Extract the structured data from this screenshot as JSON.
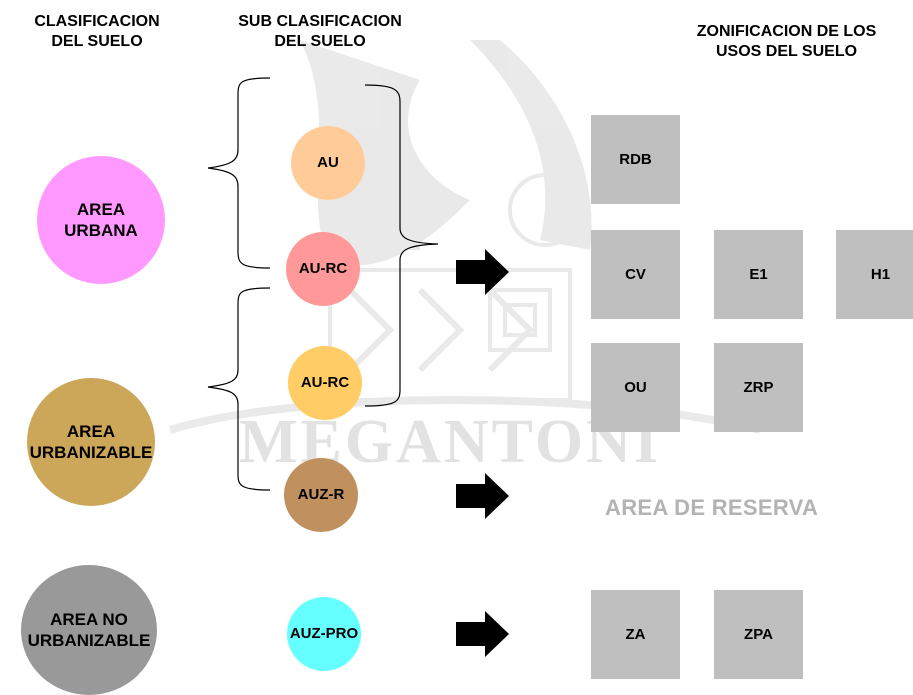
{
  "headers": {
    "clasificacion": "CLASIFICACION\nDEL SUELO",
    "sub_clasificacion": "SUB CLASIFICACION\nDEL SUELO",
    "zonificacion": "ZONIFICACION DE LOS\nUSOS DEL SUELO"
  },
  "classes": [
    {
      "label": "AREA\nURBANA",
      "color": "#ff99ff"
    },
    {
      "label": "AREA\nURBANIZABLE",
      "color": "#cca659"
    },
    {
      "label": "AREA NO\nURBANIZABLE",
      "color": "#999999"
    }
  ],
  "subclasses": [
    {
      "label": "AU",
      "color": "#ffcc99"
    },
    {
      "label": "AU-RC",
      "color": "#ff9999"
    },
    {
      "label": "AU-RC",
      "color": "#ffcc66"
    },
    {
      "label": "AUZ-R",
      "color": "#c0905f"
    },
    {
      "label": "AUZ-PRO",
      "color": "#66ffff"
    }
  ],
  "zones": [
    "RDB",
    "CV",
    "E1",
    "H1",
    "OU",
    "ZRP",
    "ZA",
    "ZPA"
  ],
  "zone_color": "#bfbfbf",
  "reserva_label": "AREA DE RESERVA",
  "reserva_color": "#b3b3b3",
  "watermark": "MEGANTONI"
}
